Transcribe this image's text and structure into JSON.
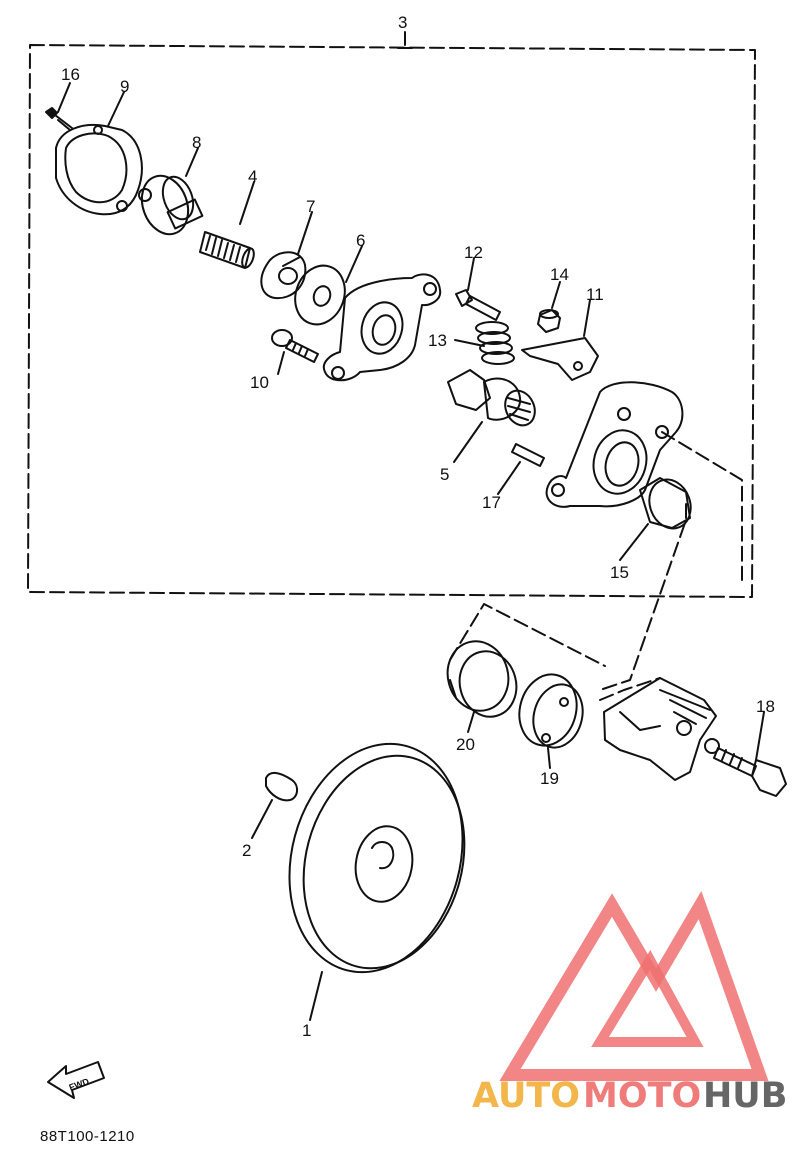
{
  "diagram": {
    "part_labels": {
      "p1": "1",
      "p2": "2",
      "p3": "3",
      "p4": "4",
      "p5": "5",
      "p6": "6",
      "p7": "7",
      "p8": "8",
      "p9": "9",
      "p10": "10",
      "p11": "11",
      "p12": "12",
      "p13": "13",
      "p14": "14",
      "p15": "15",
      "p16": "16",
      "p17": "17",
      "p18": "18",
      "p19": "19",
      "p20": "20"
    },
    "fwd_arrow_label": "FWD",
    "diagram_code": "88T100-1210"
  },
  "watermark": {
    "text_a": "AUTO",
    "text_b": "MOTO",
    "text_c": "HUB",
    "colors": {
      "auto": "#f2b64a",
      "moto": "#f07b7b",
      "hub": "#666666",
      "triangle": "#f07070"
    }
  }
}
